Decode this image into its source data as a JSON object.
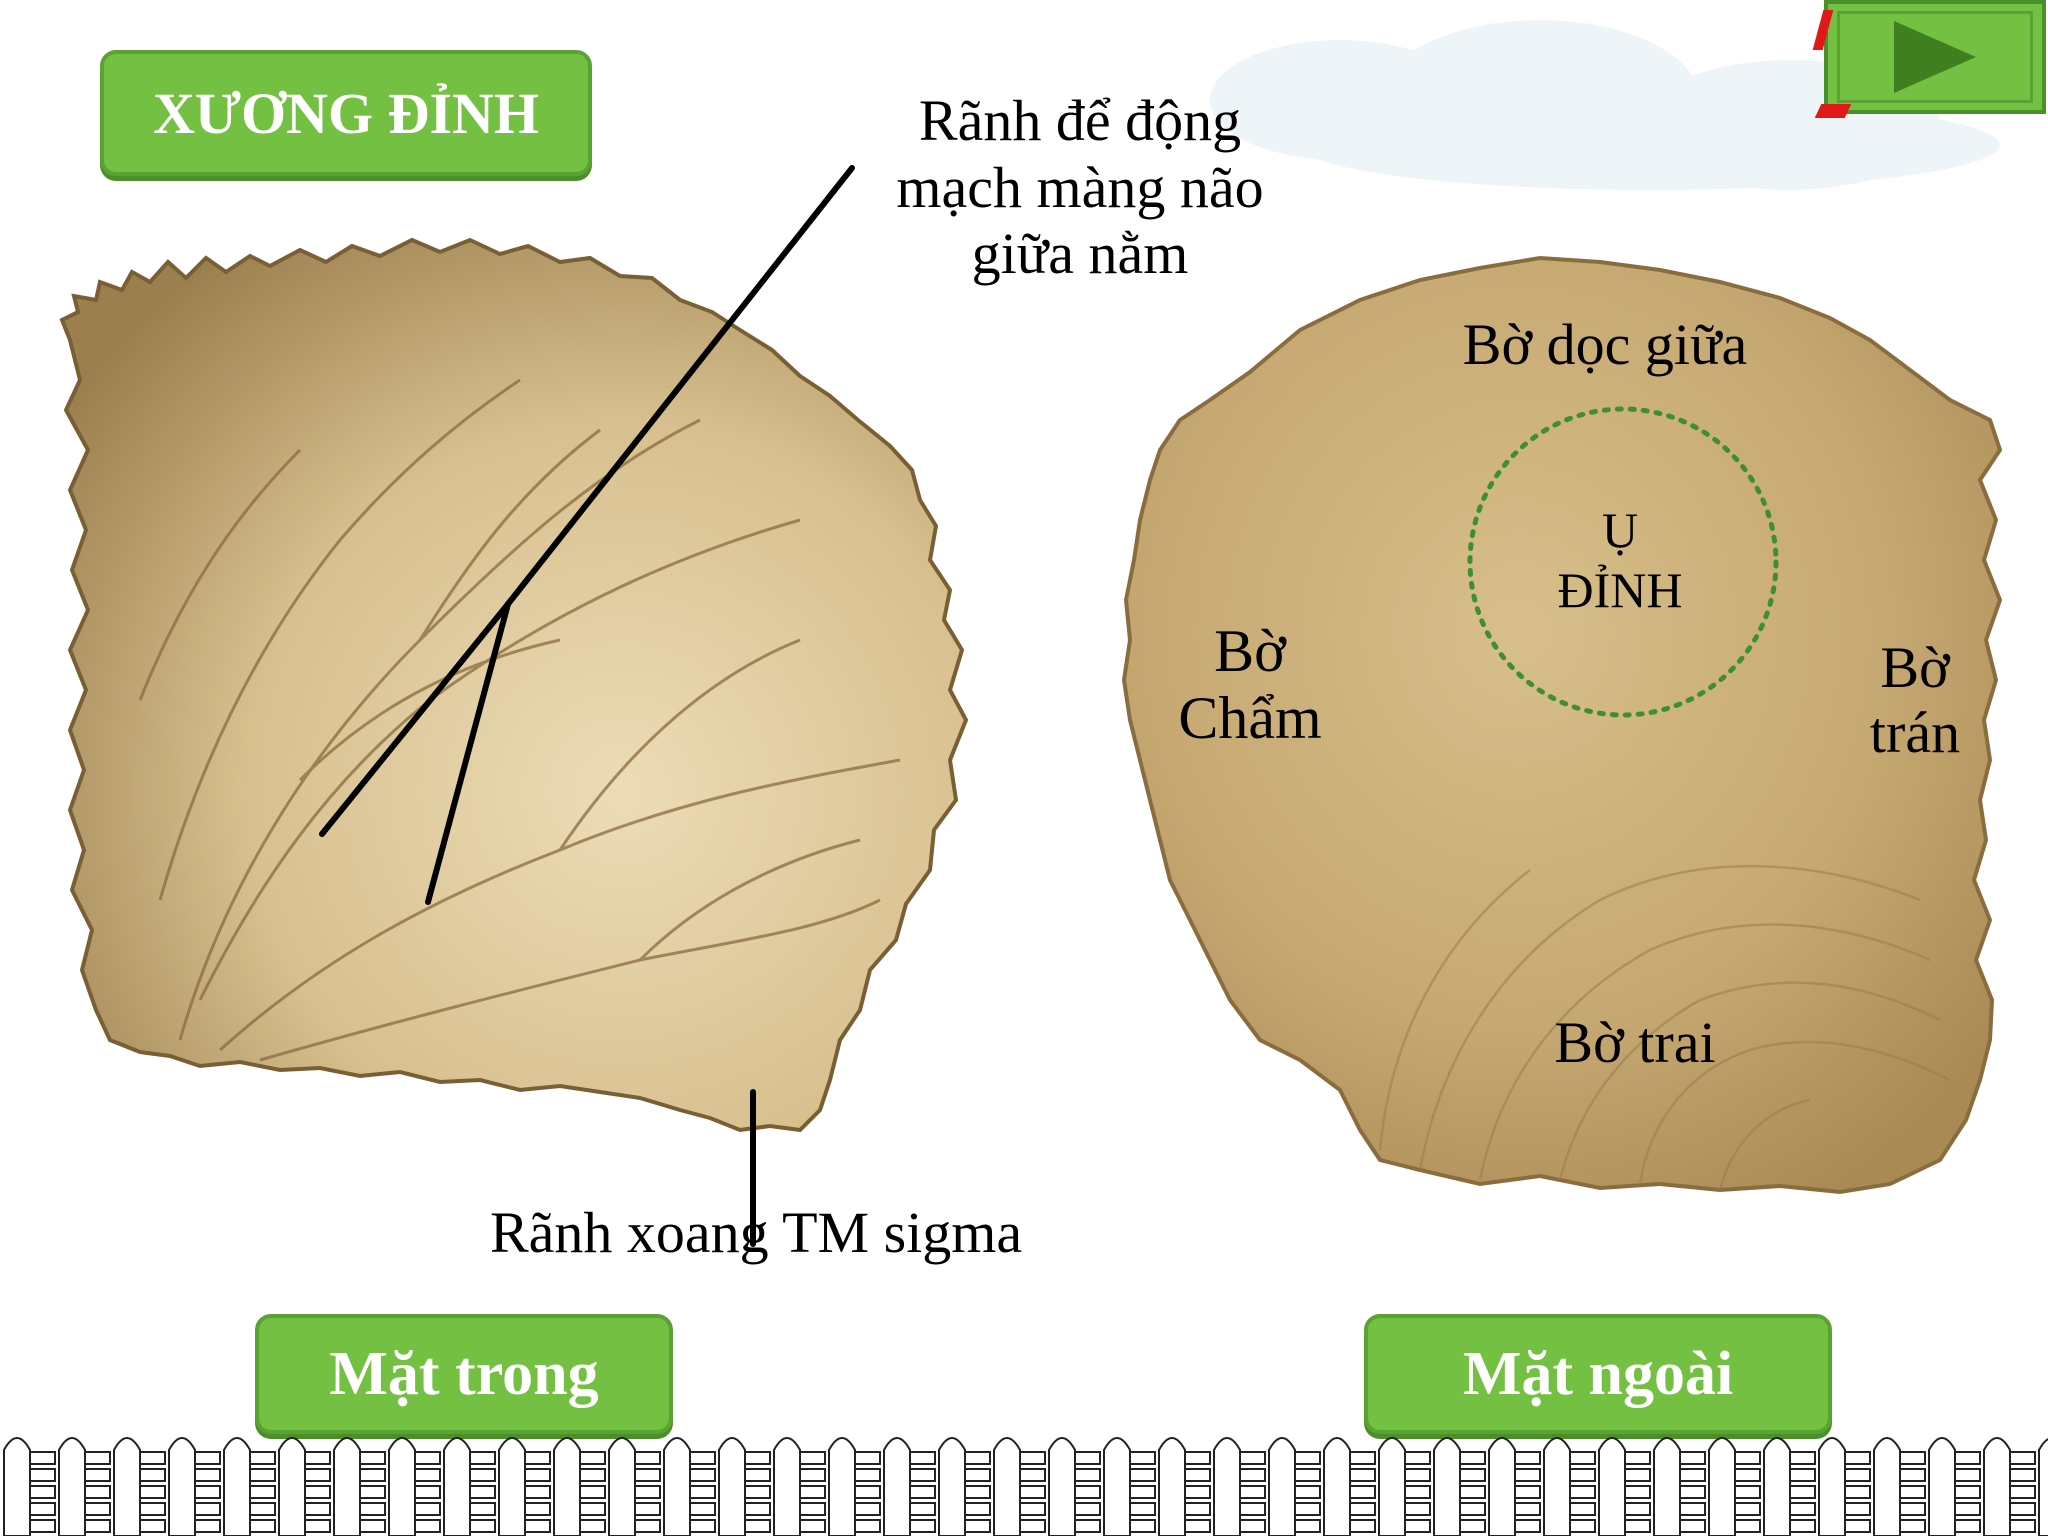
{
  "slide": {
    "title": "XƯƠNG ĐỈNH",
    "annotations": {
      "groove_meningeal": [
        "Rãnh để động",
        "mạch màng não",
        "giữa nằm"
      ],
      "groove_sigmoid": "Rãnh xoang TM sigma",
      "sagittal_border": "Bờ dọc giữa",
      "parietal_eminence": [
        "Ụ",
        "ĐỈNH"
      ],
      "occipital_border": [
        "Bờ",
        "Chẩm"
      ],
      "frontal_border": [
        "Bờ",
        "trán"
      ],
      "squamosal_border": "Bờ trai"
    },
    "buttons": {
      "inner_face": "Mặt trong",
      "outer_face": "Mặt ngoài",
      "next_icon": "play-icon"
    }
  },
  "colors": {
    "accent_green": "#74c043",
    "bone": "#c9ad79"
  }
}
